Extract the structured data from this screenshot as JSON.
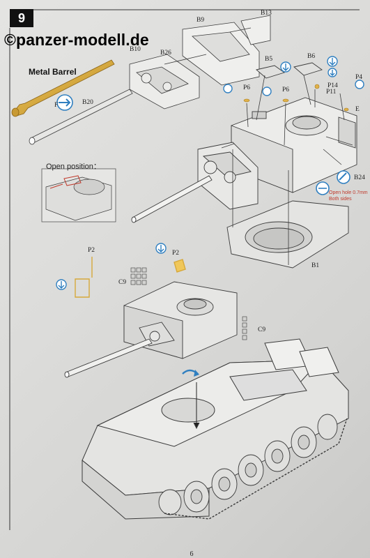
{
  "step": {
    "number": "9"
  },
  "watermark": "©panzer-modell.de",
  "captions": {
    "metal_barrel": "Metal Barrel",
    "open_position": "Open position：",
    "note_open_hole": "Open hole 0.7mm",
    "note_both_sides": "Both sides"
  },
  "part_labels": {
    "B9": "B9",
    "B13": "B13",
    "B10": "B10",
    "B26": "B26",
    "B5": "B5",
    "B6": "B6",
    "P4": "P4",
    "P6_a": "P6",
    "P6_b": "P6",
    "P14": "P14",
    "P11": "P11",
    "E": "E",
    "F": "F",
    "B20": "B20",
    "B24": "B24",
    "B1": "B1",
    "P2_a": "P2",
    "P2_b": "P2",
    "C9_a": "C9",
    "C9_b": "C9"
  },
  "page_number": "6",
  "colors": {
    "line": "#3a3a3a",
    "brass": "#d6a83a",
    "brass_dark": "#a87a1c",
    "icon_blue": "#2f7fc0",
    "note_red": "#c0392b"
  },
  "icons": [
    "glue-icon",
    "paint-icon",
    "do-not-glue-icon",
    "rotate-icon"
  ]
}
